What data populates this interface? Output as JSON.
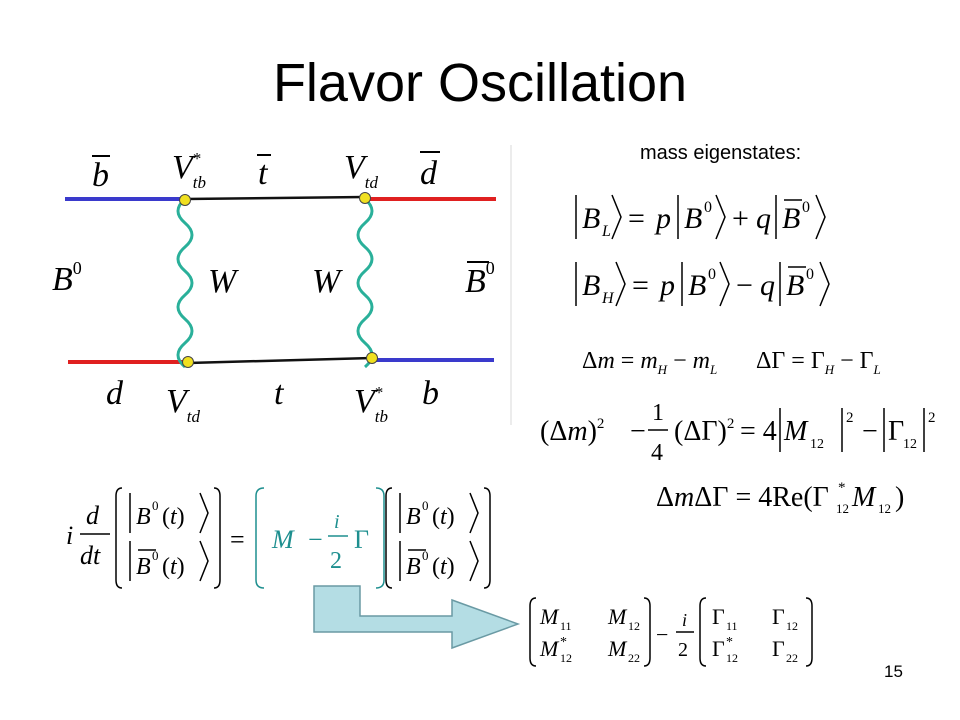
{
  "slide": {
    "title": "Flavor Oscillation",
    "subtitle": "mass eigenstates:",
    "page_number": "15"
  },
  "diagram": {
    "top_left_quark": "b",
    "top_left_coupling": "V",
    "top_left_coupling_sub": "tb",
    "top_left_coupling_sup": "*",
    "top_internal_quark": "t",
    "top_right_coupling": "V",
    "top_right_coupling_sub": "td",
    "top_right_quark": "d",
    "left_meson": "B",
    "left_meson_sup": "0",
    "right_meson": "B",
    "right_meson_sup": "0",
    "left_boson": "W",
    "right_boson": "W",
    "bottom_left_quark": "d",
    "bottom_left_coupling": "V",
    "bottom_left_coupling_sub": "td",
    "bottom_internal_quark": "t",
    "bottom_right_coupling": "V",
    "bottom_right_coupling_sub": "tb",
    "bottom_right_coupling_sup": "*",
    "bottom_right_quark": "b"
  },
  "colors": {
    "antiquark_line": "#3a3acc",
    "quark_line": "#e02020",
    "boson": "#2ab09a",
    "vertex": "#f0e020",
    "matrix_teal": "#1e8f8f",
    "arrow_fill": "#b4dde4",
    "arrow_edge": "#6a9aa4"
  }
}
